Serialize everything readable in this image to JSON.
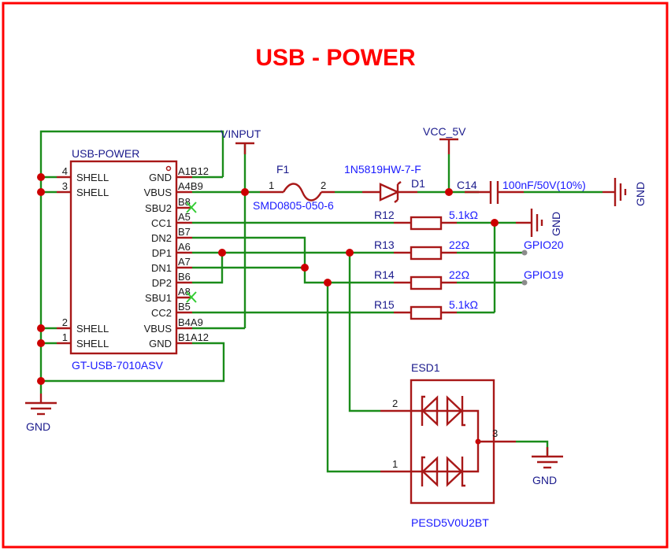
{
  "title": "USB - POWER",
  "colors": {
    "border": "#ff0000",
    "wire": "#1a8c1a",
    "part": "#a81818",
    "junction": "#cc0000",
    "net_label": "#1a1a8c",
    "value_label": "#1a1aff"
  },
  "connector": {
    "designator": "USB-POWER",
    "part_number": "GT-USB-7010ASV",
    "left_pins": [
      {
        "number": "4",
        "name": "SHELL"
      },
      {
        "number": "3",
        "name": "SHELL"
      },
      {
        "number": "2",
        "name": "SHELL"
      },
      {
        "number": "1",
        "name": "SHELL"
      }
    ],
    "right_pins": [
      {
        "number": "A1B12",
        "name": "GND"
      },
      {
        "number": "A4B9",
        "name": "VBUS"
      },
      {
        "number": "B8",
        "name": "SBU2"
      },
      {
        "number": "A5",
        "name": "CC1"
      },
      {
        "number": "B7",
        "name": "DN2"
      },
      {
        "number": "A6",
        "name": "DP1"
      },
      {
        "number": "A7",
        "name": "DN1"
      },
      {
        "number": "B6",
        "name": "DP2"
      },
      {
        "number": "A8",
        "name": "SBU1"
      },
      {
        "number": "B5",
        "name": "CC2"
      },
      {
        "number": "B4A9",
        "name": "VBUS"
      },
      {
        "number": "B1A12",
        "name": "GND"
      }
    ]
  },
  "nets": {
    "vinput": "VINPUT",
    "vcc": "VCC_5V",
    "gnd": "GND",
    "gpio20": "GPIO20",
    "gpio19": "GPIO19"
  },
  "fuse": {
    "designator": "F1",
    "value": "SMD0805-050-6",
    "pin1": "1",
    "pin2": "2"
  },
  "diode": {
    "designator": "D1",
    "value": "1N5819HW-7-F"
  },
  "capacitor": {
    "designator": "C14",
    "value": "100nF/50V(10%)"
  },
  "resistors": [
    {
      "designator": "R12",
      "value": "5.1kΩ"
    },
    {
      "designator": "R13",
      "value": "22Ω"
    },
    {
      "designator": "R14",
      "value": "22Ω"
    },
    {
      "designator": "R15",
      "value": "5.1kΩ"
    }
  ],
  "esd": {
    "designator": "ESD1",
    "value": "PESD5V0U2BT",
    "pin1": "1",
    "pin2": "2",
    "pin3": "3"
  }
}
